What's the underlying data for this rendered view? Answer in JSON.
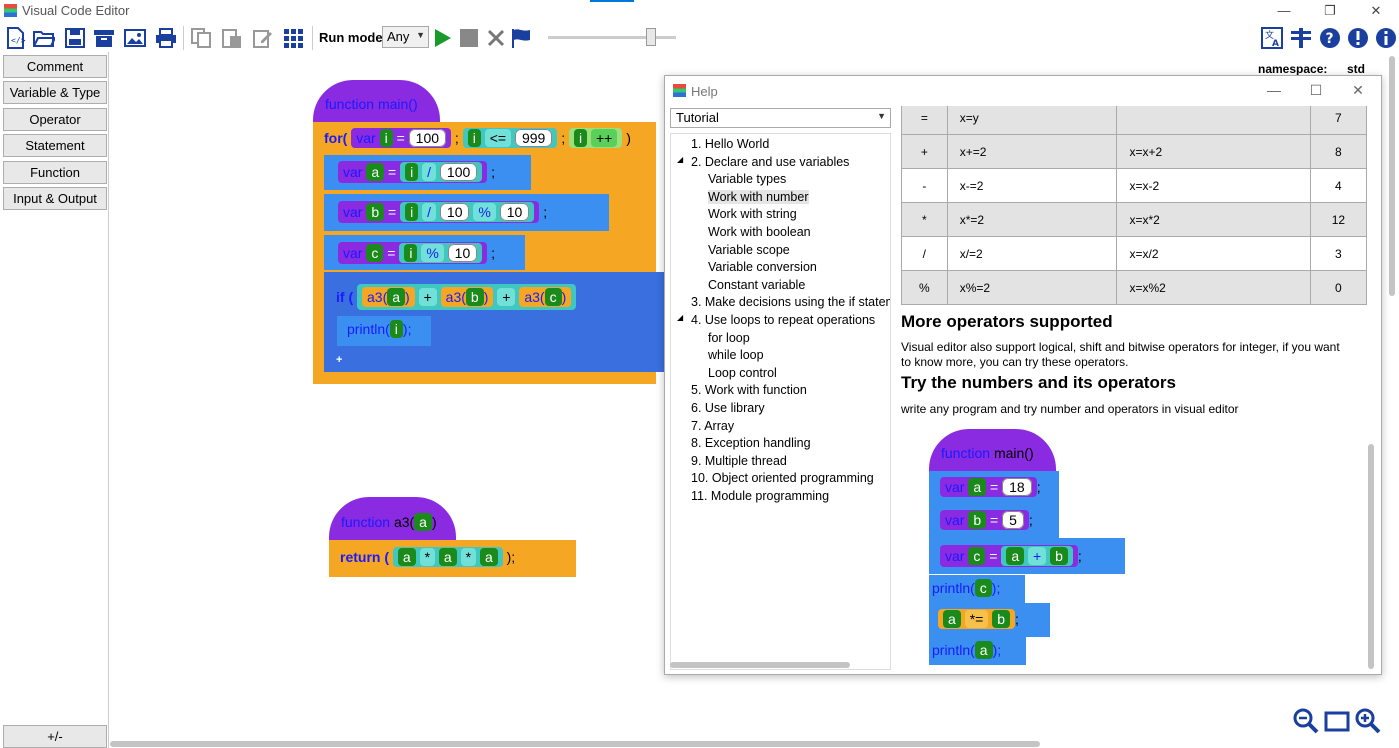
{
  "window": {
    "title": "Visual Code Editor",
    "minimize": "—",
    "restore": "❐",
    "close": "✕"
  },
  "toolbar": {
    "runmode_label": "Run mode:",
    "runmode_value": "Any",
    "icons": [
      "new-file-icon",
      "open-folder-icon",
      "save-icon",
      "archive-icon",
      "image-icon",
      "print-icon",
      "copy-icon",
      "paste-icon",
      "edit-icon",
      "grid-icon",
      "run-icon",
      "stop-icon",
      "clear-icon",
      "flag-icon",
      "translate-icon",
      "settings-icon",
      "help-icon",
      "warning-icon",
      "info-icon"
    ]
  },
  "palette": {
    "items": [
      "Comment",
      "Variable & Type",
      "Operator",
      "Statement",
      "Function",
      "Input & Output"
    ],
    "toggle": "+/-"
  },
  "canvas": {
    "namespace_label": "namespace:",
    "namespace_value": "std",
    "main_block": {
      "header_kw": "function",
      "header_name": "main()",
      "for_kw": "for(",
      "var_kw": "var",
      "loop_var": "i",
      "init": "100",
      "cmp": "<=",
      "limit": "999",
      "inc": "++",
      "a_name": "a",
      "div": "/",
      "a_val": "100",
      "b_name": "b",
      "b_div_val": "10",
      "mod": "%",
      "b_mod_val": "10",
      "c_name": "c",
      "c_val": "10",
      "if_kw": "if (",
      "a3": "a3(",
      "plus": "+",
      "println": "println(",
      "close_semi": ");",
      "semi": ";",
      "rparen": ")",
      "eq": "=",
      "add_toggle": "+"
    },
    "a3_block": {
      "header_kw": "function",
      "header_name": "a3(",
      "param": "a",
      "rparen": ")",
      "return_kw": "return (",
      "mul": "*",
      "close": ");"
    }
  },
  "help": {
    "title": "Help",
    "selector_value": "Tutorial",
    "tree": [
      {
        "label": "1. Hello World",
        "level": 0
      },
      {
        "label": "2. Declare and use variables",
        "level": 0,
        "expanded": true
      },
      {
        "label": "Variable types",
        "level": 1
      },
      {
        "label": "Work with number",
        "level": 1,
        "selected": true
      },
      {
        "label": "Work with string",
        "level": 1
      },
      {
        "label": "Work with boolean",
        "level": 1
      },
      {
        "label": "Variable scope",
        "level": 1
      },
      {
        "label": "Variable conversion",
        "level": 1
      },
      {
        "label": "Constant variable",
        "level": 1
      },
      {
        "label": "3. Make decisions using the if stateme",
        "level": 0
      },
      {
        "label": "4. Use loops to repeat operations",
        "level": 0,
        "expanded": true
      },
      {
        "label": "for loop",
        "level": 1
      },
      {
        "label": "while loop",
        "level": 1
      },
      {
        "label": "Loop control",
        "level": 1
      },
      {
        "label": "5. Work with function",
        "level": 0
      },
      {
        "label": "6. Use library",
        "level": 0
      },
      {
        "label": "7. Array",
        "level": 0
      },
      {
        "label": "8. Exception handling",
        "level": 0
      },
      {
        "label": "9. Multiple thread",
        "level": 0
      },
      {
        "label": "10. Object oriented programming",
        "level": 0
      },
      {
        "label": "11. Module programming",
        "level": 0
      }
    ],
    "table_rows": [
      [
        "=",
        "x=y",
        "",
        "7"
      ],
      [
        "+",
        "x+=2",
        "x=x+2",
        "8"
      ],
      [
        "-",
        "x-=2",
        "x=x-2",
        "4"
      ],
      [
        "*",
        "x*=2",
        "x=x*2",
        "12"
      ],
      [
        "/",
        "x/=2",
        "x=x/2",
        "3"
      ],
      [
        "%",
        "x%=2",
        "x=x%2",
        "0"
      ]
    ],
    "h1": "More operators supported",
    "p1": "Visual editor also support logical, shift and bitwise operators for integer, if you want to know more, you can try these operators.",
    "h2": "Try the numbers and its operators",
    "p2": "write any program and try number and operators in visual editor",
    "example": {
      "header_kw": "function",
      "header_name": "main()",
      "var_kw": "var",
      "a": "a",
      "a_val": "18",
      "b": "b",
      "b_val": "5",
      "c": "c",
      "plus": "+",
      "println": "println(",
      "close": ");",
      "semi": ";",
      "eq": "=",
      "mul_assign": "*="
    }
  }
}
